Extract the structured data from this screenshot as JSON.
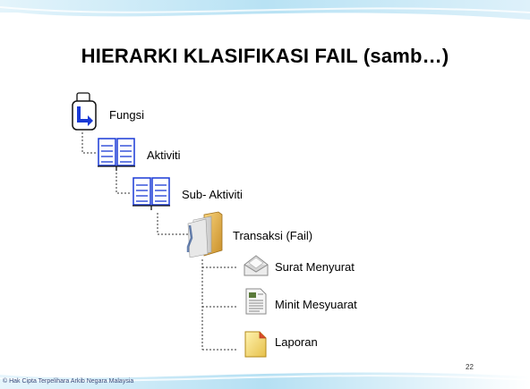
{
  "slide": {
    "title": "HIERARKI KLASIFIKASI FAIL (samb…)",
    "page_number": "22",
    "copyright": "© Hak Cipta Terpelihara Arkib Negara Malaysia"
  },
  "hierarchy": {
    "fungsi": {
      "label": "Fungsi",
      "icon": "function-arrow-icon"
    },
    "aktiviti": {
      "label": "Aktiviti",
      "icon": "open-book-icon"
    },
    "sub_aktiviti": {
      "label": "Sub- Aktiviti",
      "icon": "open-book-icon"
    },
    "transaksi": {
      "label": "Transaksi (Fail)",
      "icon": "folder-icon"
    },
    "documents": [
      {
        "label": "Surat Menyurat",
        "icon": "envelope-icon"
      },
      {
        "label": "Minit Mesyuarat",
        "icon": "document-icon"
      },
      {
        "label": "Laporan",
        "icon": "report-page-icon"
      }
    ]
  },
  "colors": {
    "accent": "#1a3ad6",
    "wave": "#c7e8f7"
  }
}
